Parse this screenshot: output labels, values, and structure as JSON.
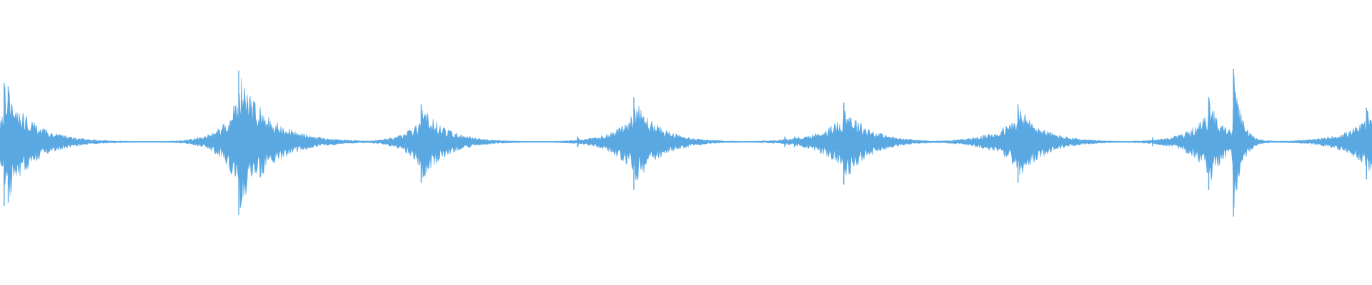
{
  "chart_data": {
    "type": "area",
    "title": "",
    "xlabel": "",
    "ylabel": "",
    "xlim": [
      0,
      1
    ],
    "ylim": [
      -1,
      1
    ],
    "grid": false,
    "legend": "none",
    "colors": {
      "waveform": "#5aa8e2",
      "background": "#ffffff"
    },
    "series": [
      {
        "baseline_amplitude": 0.004,
        "transients": [
          {
            "x": 0.003,
            "peak_up": 0.66,
            "peak_down": 0.72,
            "decay": 0.02,
            "attack": 0.004
          },
          {
            "x": 0.006,
            "peak_up": 0.62,
            "peak_down": 0.68,
            "decay": 0.015,
            "attack": 0.002
          },
          {
            "x": 0.144,
            "peak_up": 0.05,
            "peak_down": 0.05,
            "decay": 0.002,
            "attack": 0.001
          },
          {
            "x": 0.174,
            "peak_up": 0.8,
            "peak_down": 0.82,
            "decay": 0.022,
            "attack": 0.012
          },
          {
            "x": 0.284,
            "peak_up": 0.05,
            "peak_down": 0.05,
            "decay": 0.002,
            "attack": 0.001
          },
          {
            "x": 0.307,
            "peak_up": 0.42,
            "peak_down": 0.46,
            "decay": 0.018,
            "attack": 0.012
          },
          {
            "x": 0.421,
            "peak_up": 0.06,
            "peak_down": 0.06,
            "decay": 0.002,
            "attack": 0.001
          },
          {
            "x": 0.462,
            "peak_up": 0.5,
            "peak_down": 0.54,
            "decay": 0.018,
            "attack": 0.015
          },
          {
            "x": 0.572,
            "peak_up": 0.06,
            "peak_down": 0.06,
            "decay": 0.002,
            "attack": 0.001
          },
          {
            "x": 0.579,
            "peak_up": 0.06,
            "peak_down": 0.06,
            "decay": 0.002,
            "attack": 0.001
          },
          {
            "x": 0.615,
            "peak_up": 0.44,
            "peak_down": 0.48,
            "decay": 0.018,
            "attack": 0.018
          },
          {
            "x": 0.709,
            "peak_up": 0.05,
            "peak_down": 0.05,
            "decay": 0.002,
            "attack": 0.001
          },
          {
            "x": 0.742,
            "peak_up": 0.42,
            "peak_down": 0.46,
            "decay": 0.018,
            "attack": 0.018
          },
          {
            "x": 0.84,
            "peak_up": 0.05,
            "peak_down": 0.05,
            "decay": 0.002,
            "attack": 0.001
          },
          {
            "x": 0.881,
            "peak_up": 0.5,
            "peak_down": 0.54,
            "decay": 0.012,
            "attack": 0.015
          },
          {
            "x": 0.899,
            "peak_up": 0.82,
            "peak_down": 0.84,
            "decay": 0.006,
            "attack": 0.001
          },
          {
            "x": 0.968,
            "peak_up": 0.05,
            "peak_down": 0.05,
            "decay": 0.002,
            "attack": 0.001
          },
          {
            "x": 0.996,
            "peak_up": 0.38,
            "peak_down": 0.42,
            "decay": 0.01,
            "attack": 0.018
          }
        ]
      }
    ]
  }
}
